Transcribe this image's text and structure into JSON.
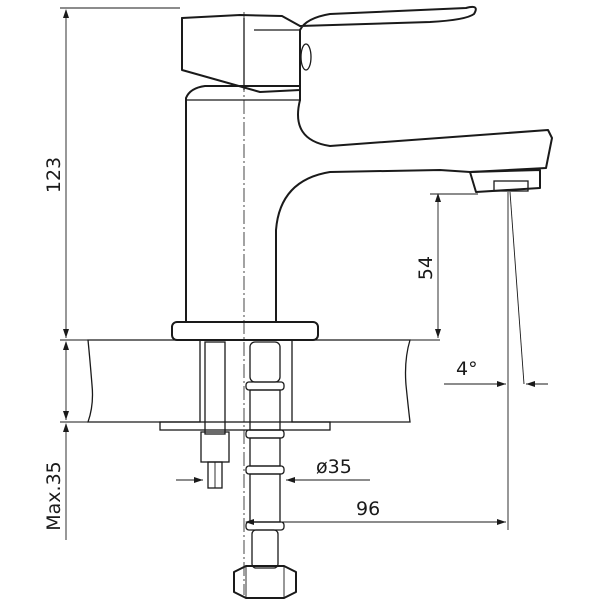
{
  "dimensions": {
    "height_total": "123",
    "spout_height": "54",
    "spout_angle": "4°",
    "hole_diameter": "ø35",
    "spout_reach": "96",
    "max_counter_thickness": "Max.35"
  },
  "colors": {
    "line": "#1a1a1a",
    "background": "#ffffff"
  }
}
